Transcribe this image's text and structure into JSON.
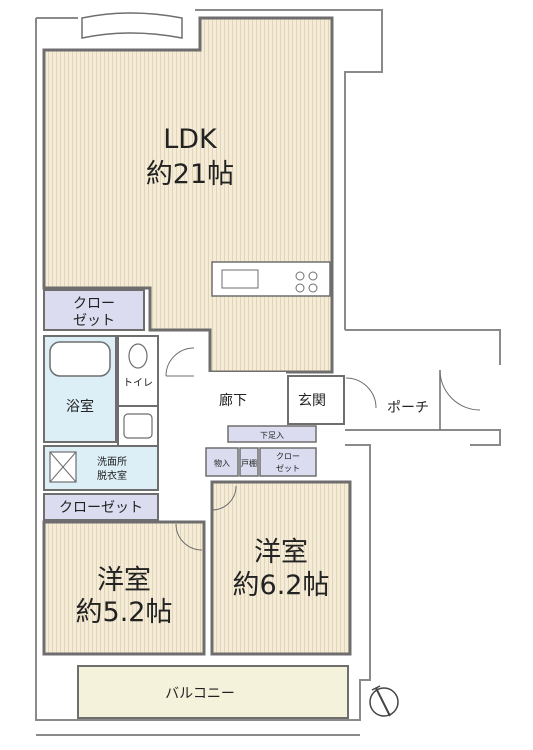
{
  "rooms": {
    "ldk": {
      "name": "LDK",
      "size": "約21帖"
    },
    "western_large": {
      "name": "洋室",
      "size": "約6.2帖"
    },
    "western_small": {
      "name": "洋室",
      "size": "約5.2帖"
    },
    "closet_top": {
      "line1": "クロー",
      "line2": "ゼット"
    },
    "closet_mid": {
      "label": "クローゼット"
    },
    "closet_small": {
      "line1": "クロー",
      "line2": "ゼット"
    },
    "bath": {
      "label": "浴室"
    },
    "toilet": {
      "label": "トイレ"
    },
    "washroom": {
      "line1": "洗面所",
      "line2": "脱衣室"
    },
    "hallway": {
      "label": "廊下"
    },
    "entrance": {
      "label": "玄関"
    },
    "porch": {
      "label": "ポーチ"
    },
    "shoe_storage": {
      "label": "下足入"
    },
    "storage": {
      "label": "物入"
    },
    "door_small": {
      "label": "戸棚"
    },
    "balcony": {
      "label": "バルコニー"
    }
  },
  "colors": {
    "wall": "#7a7a7a",
    "floor_wood": "#f4ecd8",
    "floor_stripe": "#e4d8bc",
    "storage_fill": "#dcdcf0",
    "wet_fill": "#dceef6",
    "balcony_fill": "#f5f2dc"
  },
  "icons": {
    "compass": "north-arrow-icon",
    "kitchen": "kitchen-counter-icon",
    "bathtub": "bathtub-icon",
    "toilet": "toilet-icon",
    "sink": "sink-icon",
    "washer": "washing-machine-pan-icon"
  }
}
